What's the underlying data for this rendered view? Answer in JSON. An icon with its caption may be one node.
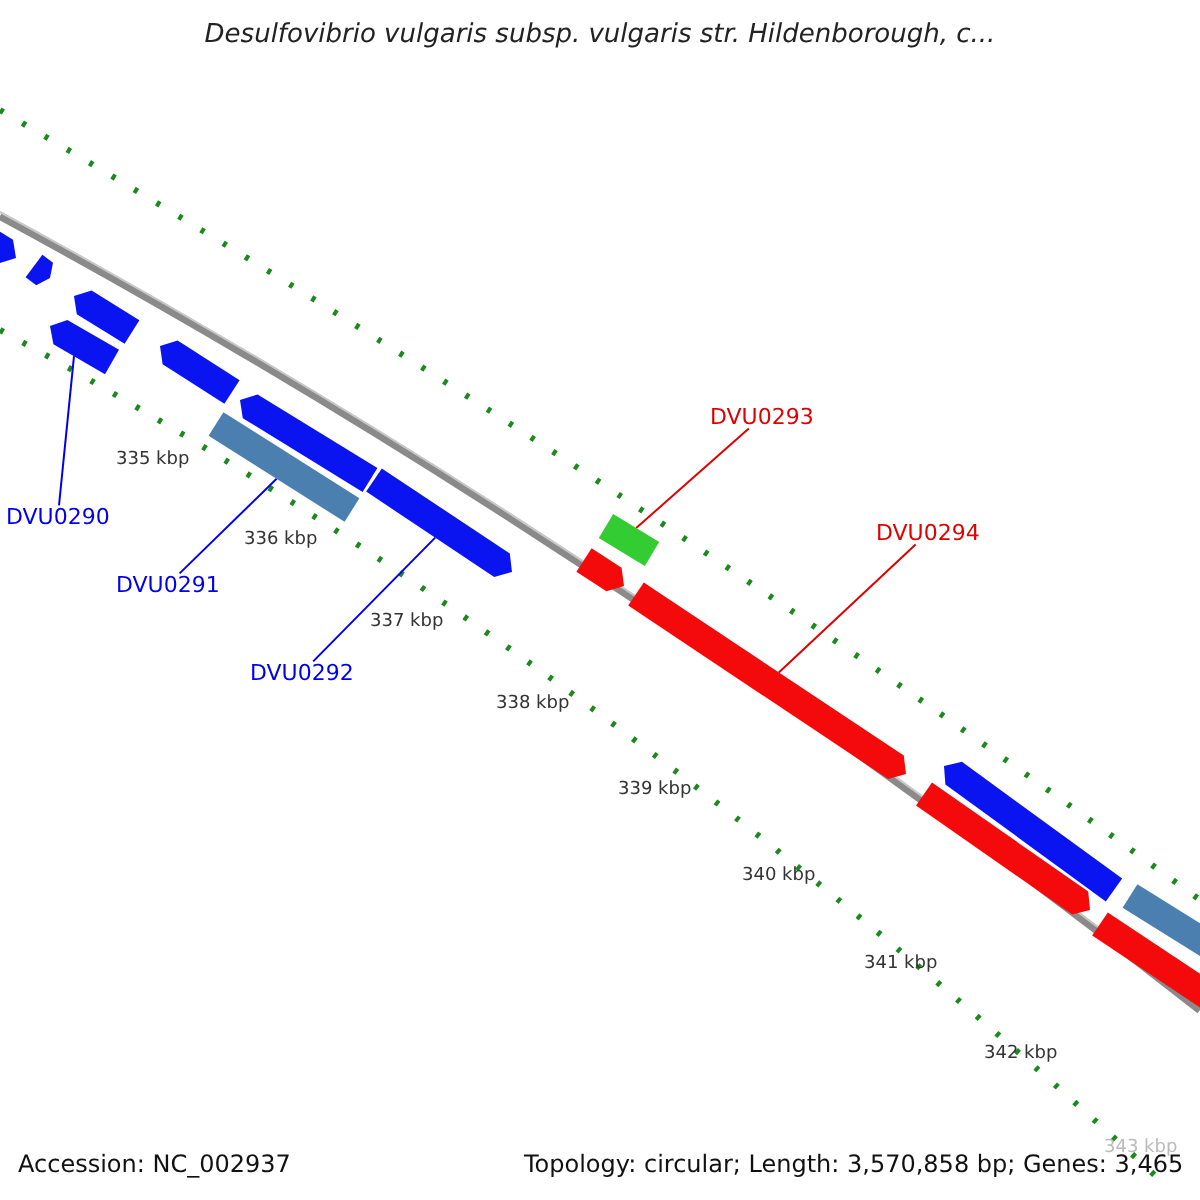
{
  "diagram": {
    "title": "Desulfovibrio vulgaris subsp. vulgaris str. Hildenborough, c...",
    "nodes": [
      {
        "text": [
          "DVU0293"
        ]
      },
      {
        "text": [
          "DVU0290"
        ]
      },
      {
        "text": [
          "DVU0294"
        ]
      },
      {
        "text": [
          "DVU0291"
        ]
      },
      {
        "text": [
          "DVU0292"
        ]
      },
      {
        "text": [],
        "shape": "bar"
      },
      {
        "text": [],
        "shape": "bar"
      },
      {
        "text": [],
        "shape": "bar"
      },
      {
        "text": [],
        "shape": "bar"
      },
      {
        "text": [],
        "shape": "bar"
      },
      {
        "text": [],
        "shape": "bar"
      },
      {
        "text": [],
        "shape": "bar"
      },
      {
        "text": [],
        "shape": "bar"
      },
      {
        "text": [],
        "shape": "bar"
      },
      {
        "text": [],
        "shape": "bar"
      },
      {
        "text": [],
        "shape": "bar"
      },
      {
        "text": [],
        "shape": "bar"
      },
      {
        "text": [],
        "shape": "bar"
      },
      {
        "text": [],
        "shape": "bar"
      },
      {
        "text": [],
        "shape": "bar"
      }
    ],
    "edges": [
      {
        "from": 1,
        "to": 7,
        "arrow": "none"
      },
      {
        "from": 3,
        "to": 10,
        "arrow": "none"
      },
      {
        "from": 4,
        "to": 12,
        "arrow": "none"
      },
      {
        "from": 0,
        "to": 14,
        "arrow": "none",
        "color": "#e00000"
      },
      {
        "from": 2,
        "to": 15,
        "arrow": "none",
        "color": "#e00000"
      }
    ],
    "labels": [
      "335 kbp",
      "336 kbp",
      "337 kbp",
      "338 kbp",
      "339 kbp",
      "340 kbp",
      "341 kbp",
      "342 kbp",
      "343 kbp",
      "Accession: NC_002937",
      "Topology: circular; Length: 3,570,858 bp; Genes: 3,465"
    ]
  }
}
